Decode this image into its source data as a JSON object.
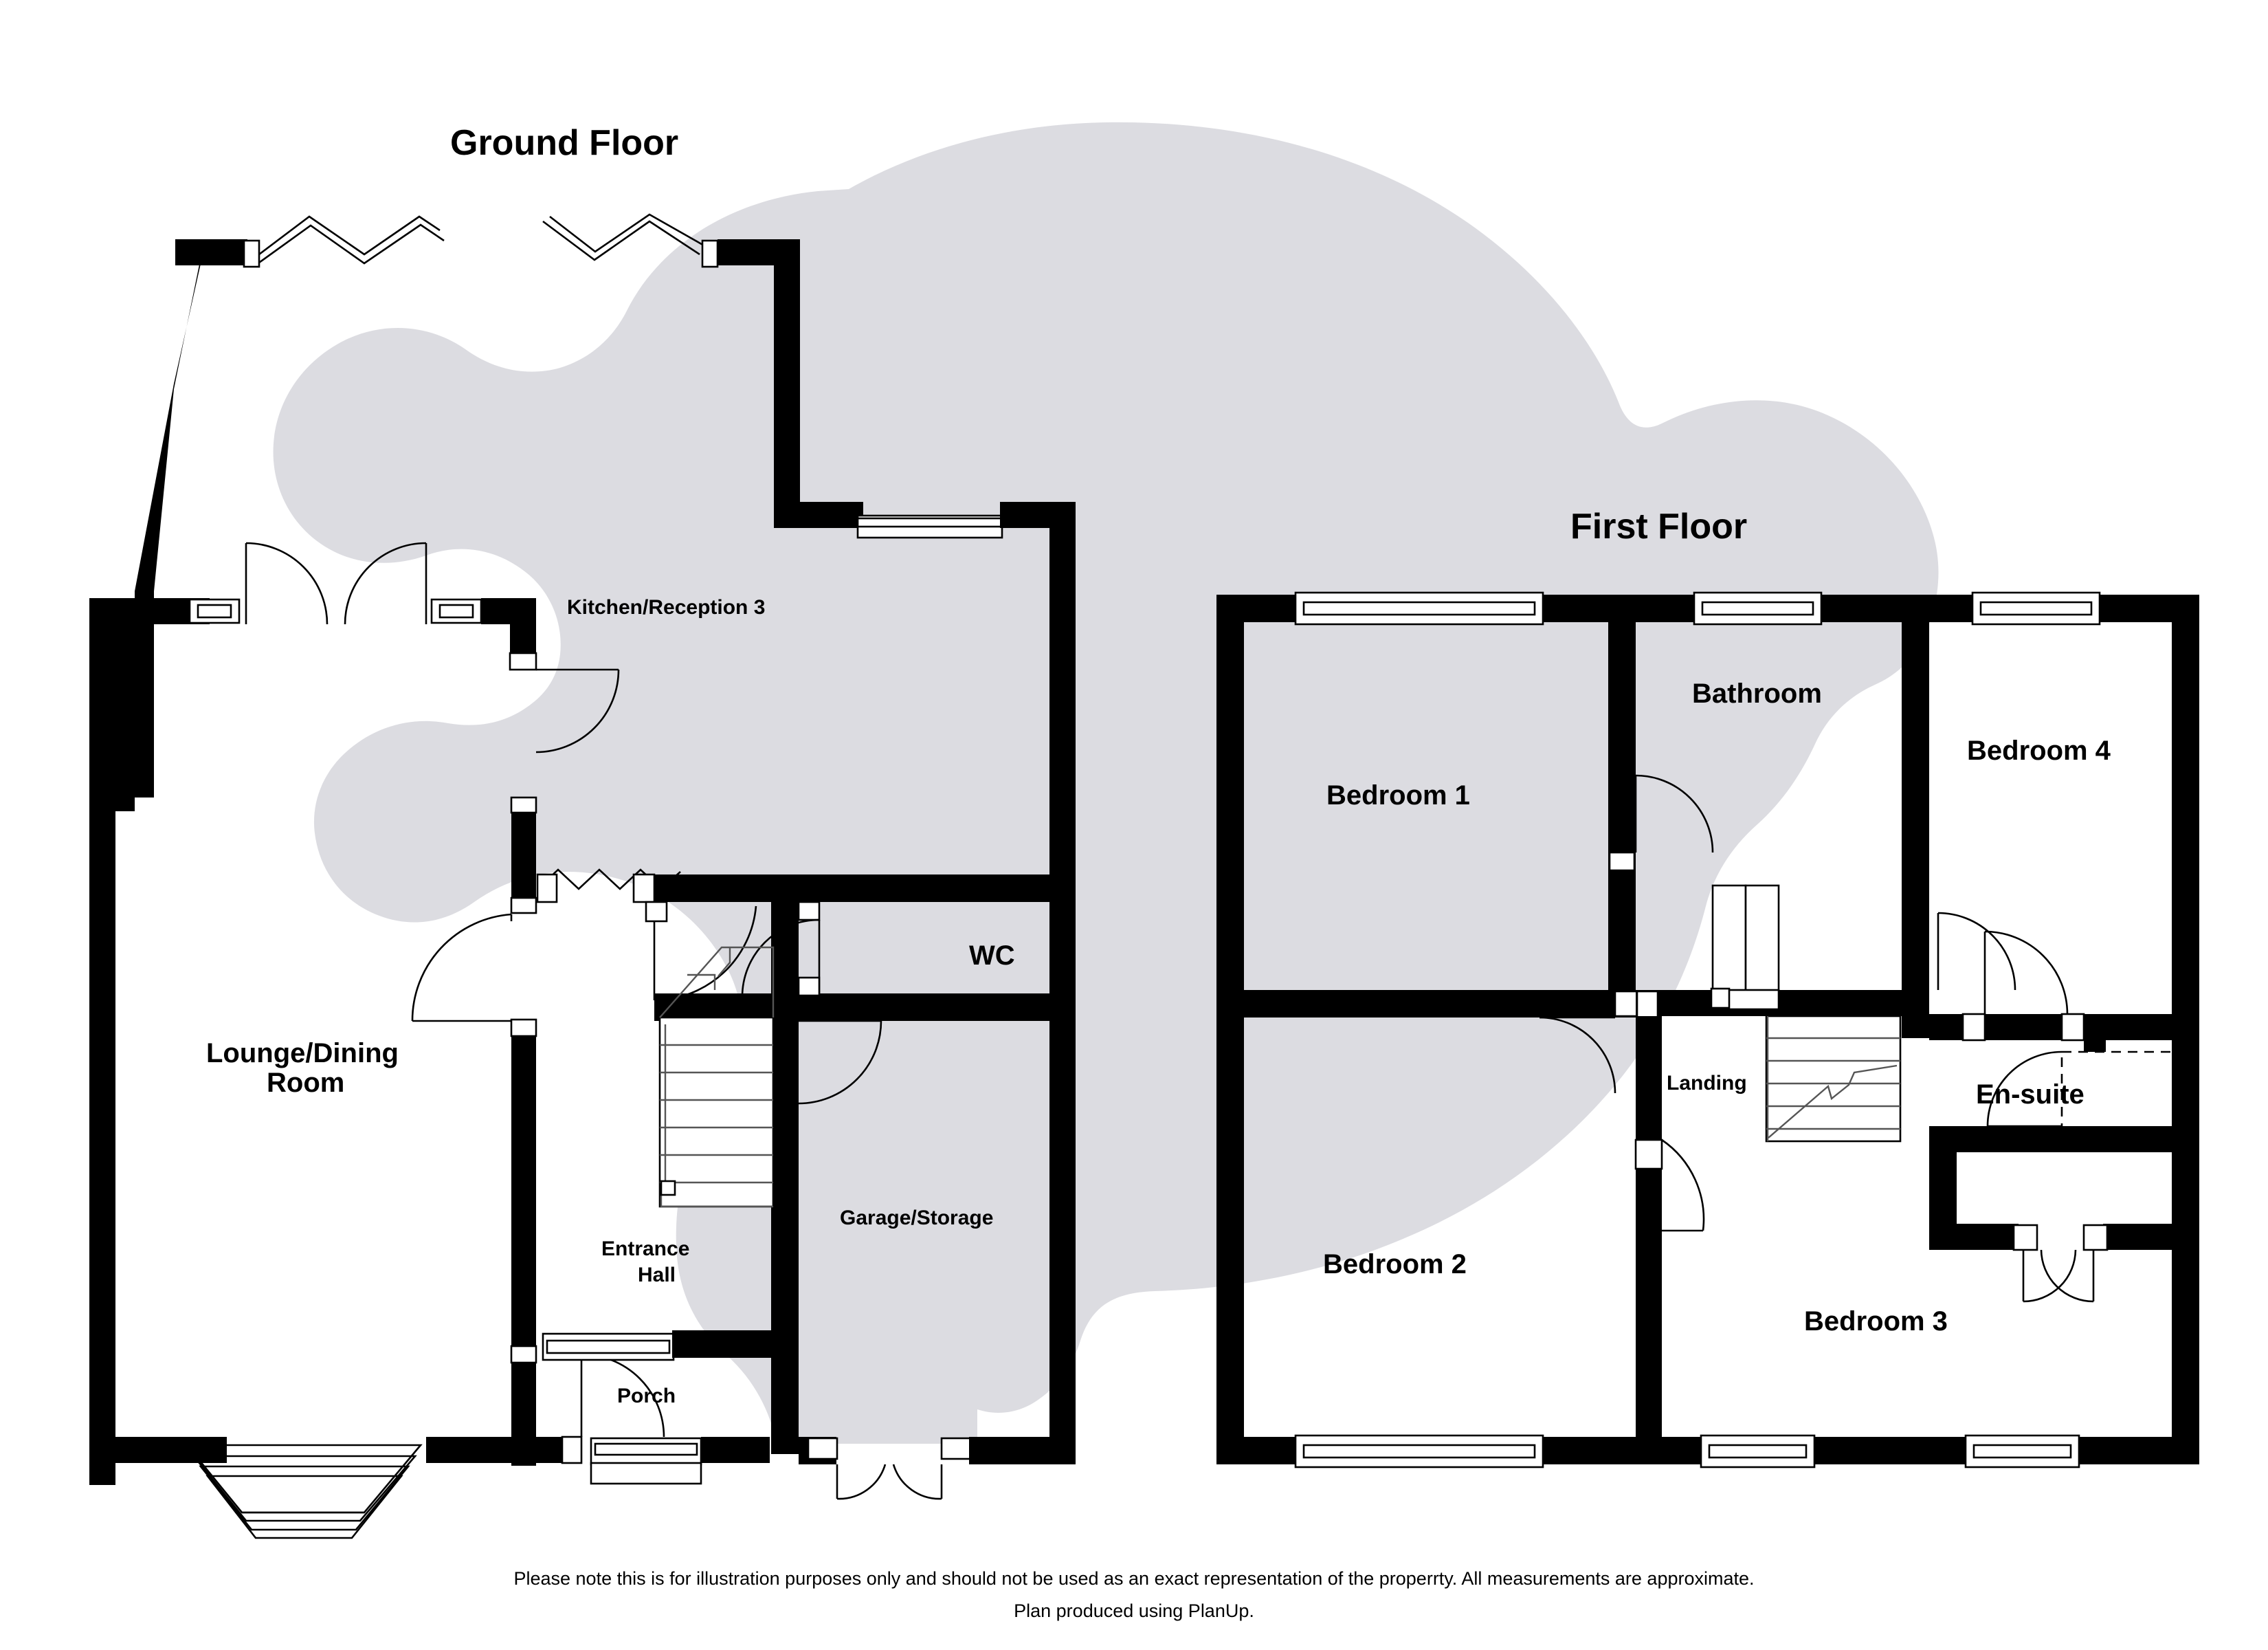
{
  "document": {
    "type": "property-floorplan",
    "floors": [
      {
        "id": "ground",
        "title": "Ground Floor",
        "rooms": [
          {
            "name": "Lounge/Dining Room",
            "label_line1": "Lounge/Dining",
            "label_line2": "Room"
          },
          {
            "name": "Kitchen/Reception 3",
            "label_line1": "Kitchen/Reception 3"
          },
          {
            "name": "WC",
            "label_line1": "WC"
          },
          {
            "name": "Garage/Storage",
            "label_line1": "Garage/Storage"
          },
          {
            "name": "Entrance Hall",
            "label_line1": "Entrance",
            "label_line2": "Hall"
          },
          {
            "name": "Porch",
            "label_line1": "Porch"
          }
        ]
      },
      {
        "id": "first",
        "title": "First Floor",
        "rooms": [
          {
            "name": "Bedroom 1",
            "label_line1": "Bedroom 1"
          },
          {
            "name": "Bedroom 2",
            "label_line1": "Bedroom 2"
          },
          {
            "name": "Bedroom 3",
            "label_line1": "Bedroom 3"
          },
          {
            "name": "Bedroom 4",
            "label_line1": "Bedroom 4"
          },
          {
            "name": "Bathroom",
            "label_line1": "Bathroom"
          },
          {
            "name": "En-suite",
            "label_line1": "En-suite"
          },
          {
            "name": "Landing",
            "label_line1": "Landing"
          }
        ]
      }
    ]
  },
  "ground_floor": {
    "title": "Ground Floor",
    "lounge_label_1": "Lounge/Dining",
    "lounge_label_2": "Room",
    "kitchen_label": "Kitchen/Reception 3",
    "wc_label": "WC",
    "garage_label": "Garage/Storage",
    "entrance_label_1": "Entrance",
    "entrance_label_2": "Hall",
    "porch_label": "Porch"
  },
  "first_floor": {
    "title": "First Floor",
    "bedroom1_label": "Bedroom 1",
    "bedroom2_label": "Bedroom 2",
    "bedroom3_label": "Bedroom 3",
    "bedroom4_label": "Bedroom 4",
    "bathroom_label": "Bathroom",
    "ensuite_label": "En-suite",
    "landing_label": "Landing"
  },
  "footer": {
    "line1": "Please note this is for illustration purposes only and should not be used as an exact representation of the properrty. All measurements are approximate.",
    "line2": "Plan produced using PlanUp."
  },
  "colors": {
    "wall": "#000000",
    "watermark": "#dcdce1",
    "background": "#ffffff",
    "text": "#000000",
    "stair": "#555555"
  }
}
